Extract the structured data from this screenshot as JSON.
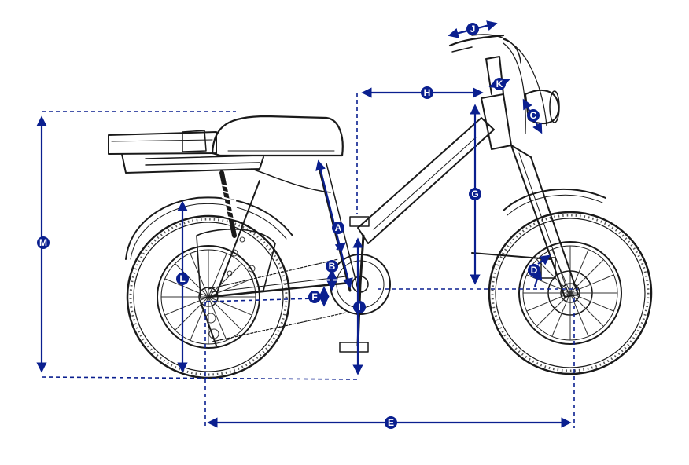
{
  "colors": {
    "dimension": "#0a1f8f",
    "line_art": "#1a1a1a",
    "background": "#ffffff"
  },
  "labels": {
    "A": "A",
    "B": "B",
    "C": "C",
    "D": "D",
    "E": "E",
    "F": "F",
    "G": "G",
    "H": "H",
    "I": "I",
    "J": "J",
    "K": "K",
    "L": "L",
    "M": "M"
  }
}
